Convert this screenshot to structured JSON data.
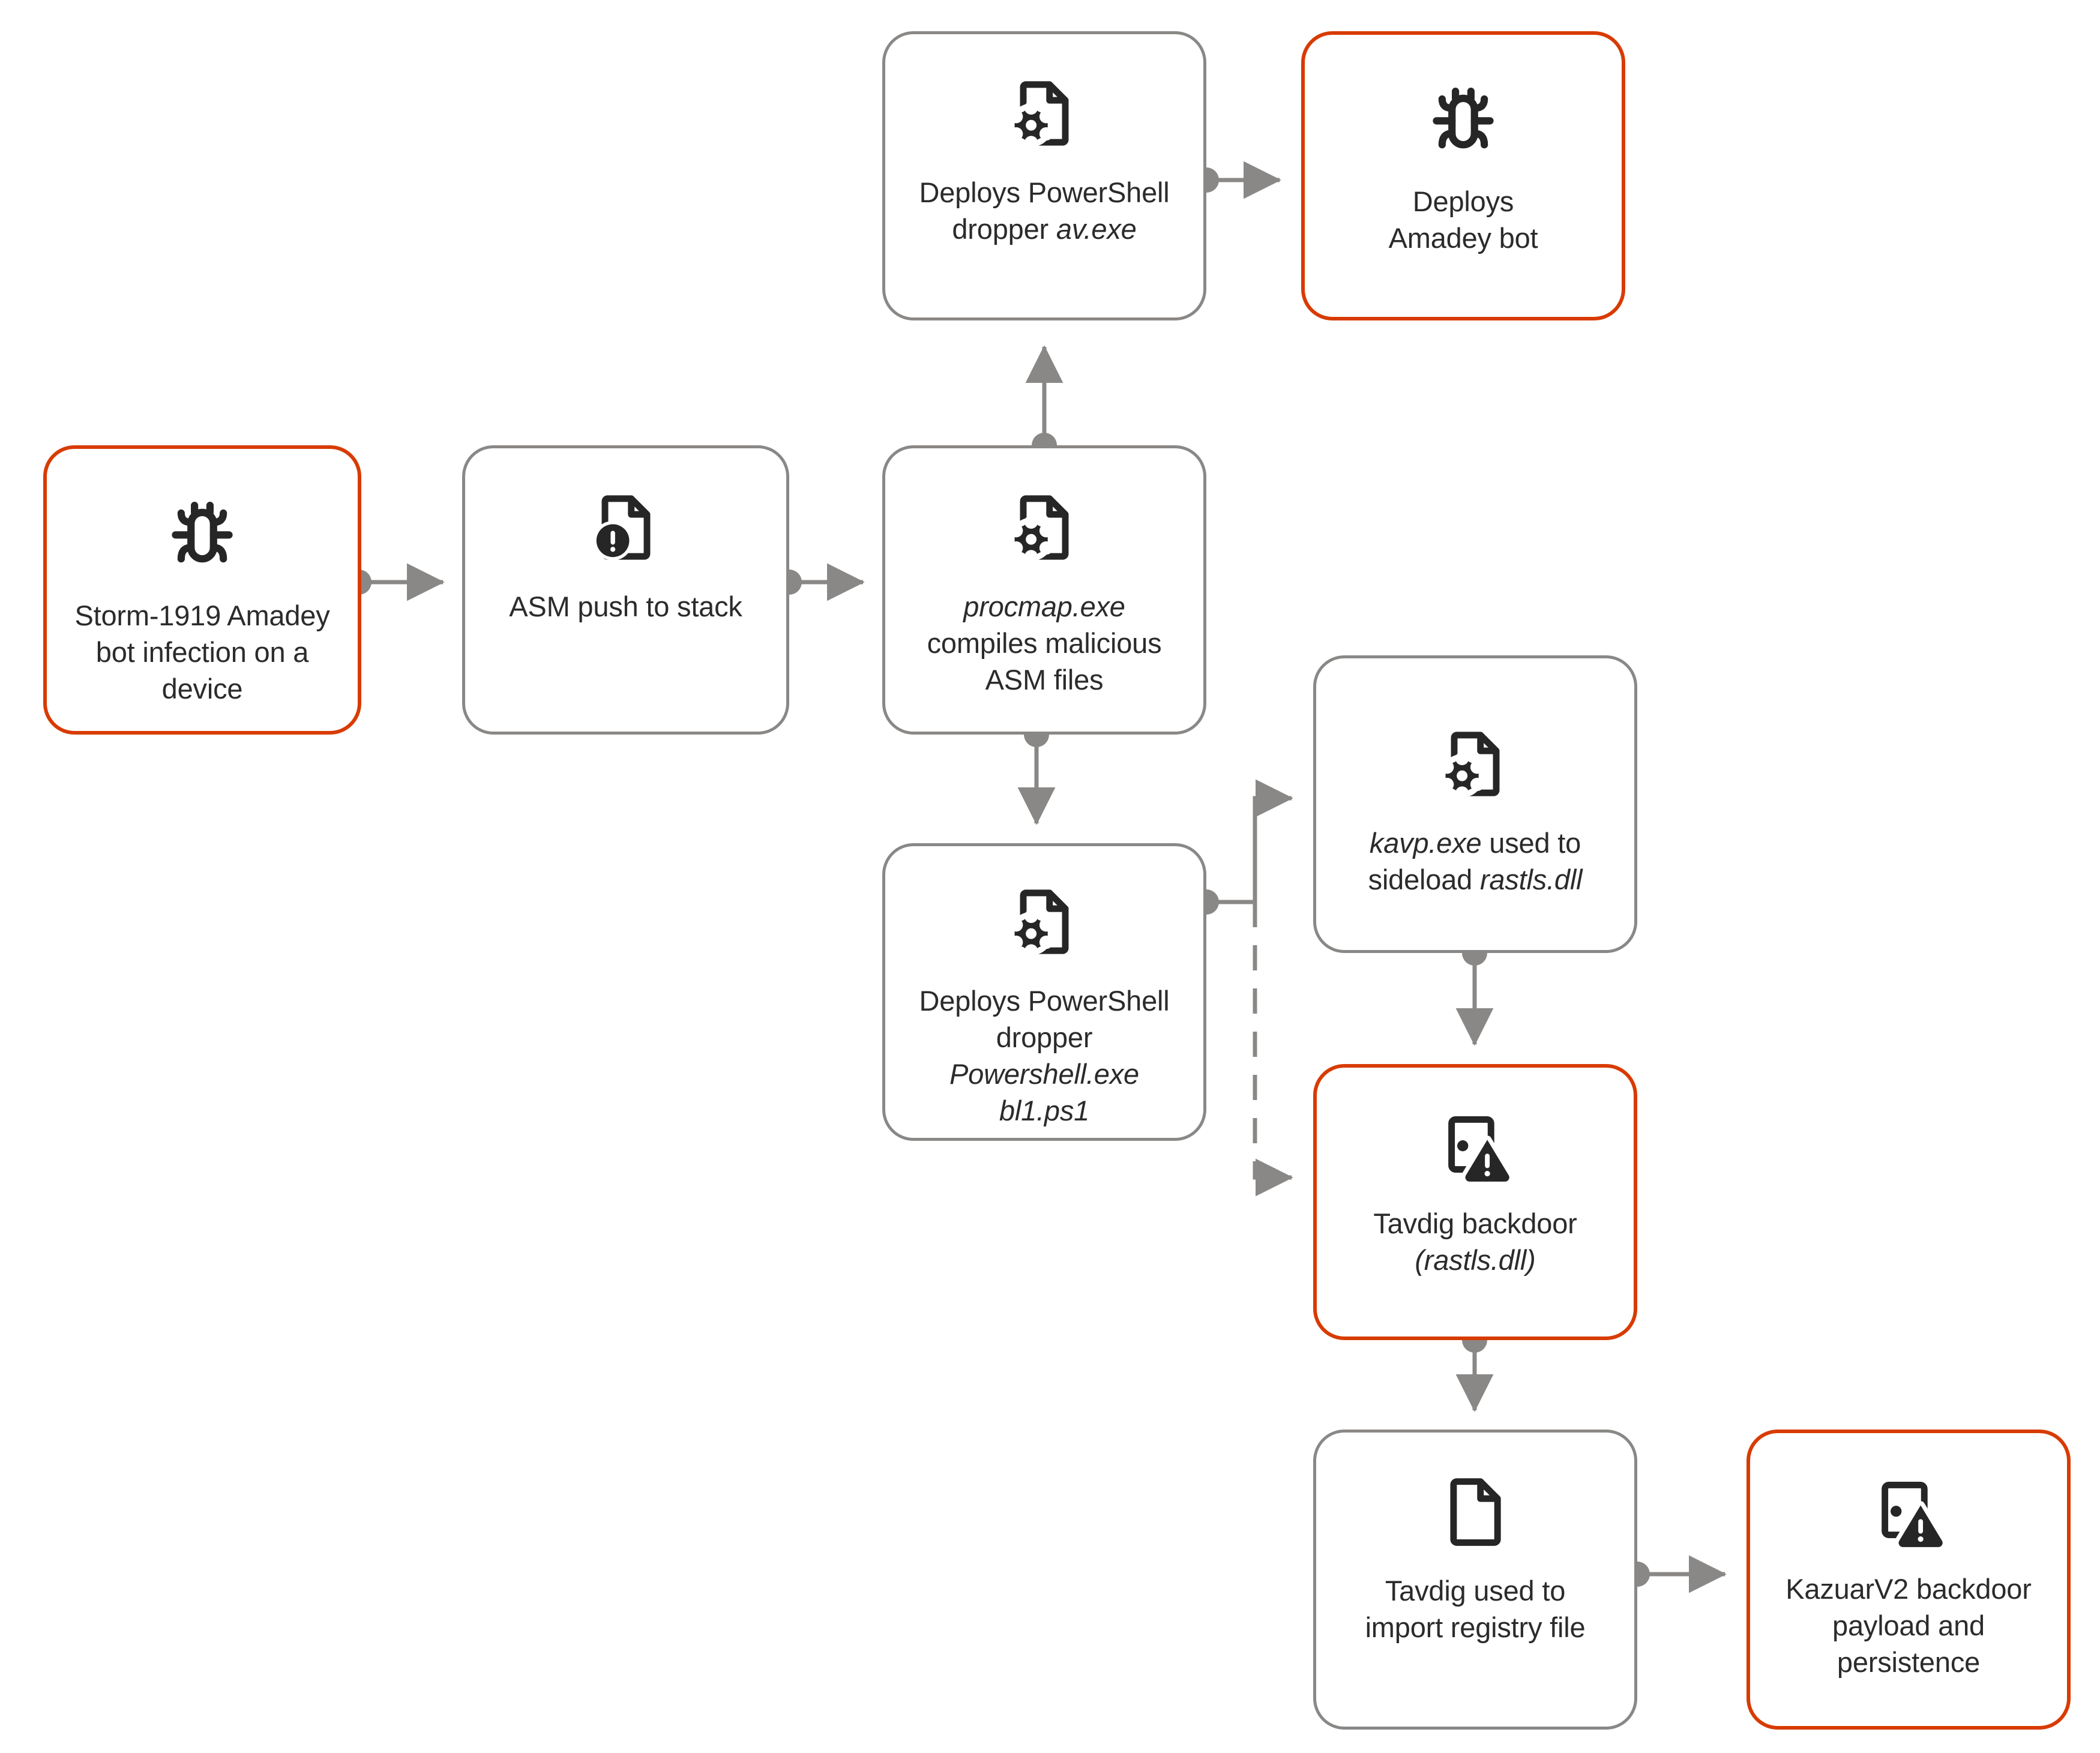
{
  "diagram": {
    "type": "attack-chain-flow",
    "colors": {
      "highlight_border": "#d83b01",
      "plain_border": "#8a8886",
      "edge": "#8a8886",
      "icon": "#262626",
      "text": "#2b2b2b",
      "background": "#ffffff"
    },
    "nodes": [
      {
        "id": "storm",
        "icon": "bug-icon",
        "style": "highlight",
        "label": "Storm-1919 Amadey bot infection on a device",
        "lines": [
          {
            "text": "Storm-1919 Amadey",
            "italic": false
          },
          {
            "text": "bot infection on a",
            "italic": false
          },
          {
            "text": "device",
            "italic": false
          }
        ]
      },
      {
        "id": "asm",
        "icon": "document-alert-icon",
        "style": "plain",
        "label": "ASM push to stack",
        "lines": [
          {
            "text": "ASM push to stack",
            "italic": false
          }
        ]
      },
      {
        "id": "procmap",
        "icon": "document-gear-icon",
        "style": "plain",
        "label": "procmap.exe compiles malicious ASM files",
        "lines": [
          {
            "text": "procmap.exe",
            "italic": true
          },
          {
            "text": "compiles malicious",
            "italic": false
          },
          {
            "text": "ASM files",
            "italic": false
          }
        ]
      },
      {
        "id": "avexe",
        "icon": "document-gear-icon",
        "style": "plain",
        "label": "Deploys PowerShell dropper av.exe",
        "lines": [
          {
            "text": "Deploys PowerShell",
            "italic": false
          },
          {
            "text": "dropper ",
            "italic": false,
            "tail": "av.exe",
            "tail_italic": true
          }
        ]
      },
      {
        "id": "amadey",
        "icon": "bug-icon",
        "style": "highlight",
        "label": "Deploys Amadey bot",
        "lines": [
          {
            "text": "Deploys",
            "italic": false
          },
          {
            "text": "Amadey bot",
            "italic": false
          }
        ]
      },
      {
        "id": "bl1",
        "icon": "document-gear-icon",
        "style": "plain",
        "label": "Deploys PowerShell dropper Powershell.exe bl1.ps1",
        "lines": [
          {
            "text": "Deploys PowerShell",
            "italic": false
          },
          {
            "text": "dropper",
            "italic": false
          },
          {
            "text": "Powershell.exe bl1.ps1",
            "italic": true
          }
        ]
      },
      {
        "id": "kavp",
        "icon": "document-gear-icon",
        "style": "plain",
        "label": "kavp.exe used to sideload rastls.dll",
        "lines": [
          {
            "text": "kavp.exe",
            "italic": true,
            "tail": " used to",
            "tail_italic": false
          },
          {
            "text": "sideload ",
            "italic": false,
            "tail": "rastls.dll",
            "tail_italic": true
          }
        ]
      },
      {
        "id": "tavdig",
        "icon": "door-alert-icon",
        "style": "highlight",
        "label": "Tavdig backdoor (rastls.dll)",
        "lines": [
          {
            "text": "Tavdig backdoor",
            "italic": false
          },
          {
            "text": "(rastls.dll)",
            "italic": true
          }
        ]
      },
      {
        "id": "registry",
        "icon": "document-icon",
        "style": "plain",
        "label": "Tavdig used to import registry file",
        "lines": [
          {
            "text": "Tavdig used to",
            "italic": false
          },
          {
            "text": "import registry file",
            "italic": false
          }
        ]
      },
      {
        "id": "kazuar",
        "icon": "door-alert-icon",
        "style": "highlight",
        "label": "KazuarV2 backdoor payload and persistence",
        "lines": [
          {
            "text": "KazuarV2 backdoor",
            "italic": false
          },
          {
            "text": "payload and",
            "italic": false
          },
          {
            "text": "persistence",
            "italic": false
          }
        ]
      }
    ],
    "edges": [
      {
        "from": "storm",
        "to": "asm",
        "style": "solid",
        "direction": "right"
      },
      {
        "from": "asm",
        "to": "procmap",
        "style": "solid",
        "direction": "right"
      },
      {
        "from": "procmap",
        "to": "avexe",
        "style": "solid",
        "direction": "up"
      },
      {
        "from": "avexe",
        "to": "amadey",
        "style": "solid",
        "direction": "right"
      },
      {
        "from": "procmap",
        "to": "bl1",
        "style": "solid",
        "direction": "down"
      },
      {
        "from": "bl1",
        "to": "kavp",
        "style": "solid",
        "direction": "right-up"
      },
      {
        "from": "bl1",
        "to": "tavdig",
        "style": "dashed",
        "direction": "right-down"
      },
      {
        "from": "kavp",
        "to": "tavdig",
        "style": "solid",
        "direction": "down"
      },
      {
        "from": "tavdig",
        "to": "registry",
        "style": "solid",
        "direction": "down"
      },
      {
        "from": "registry",
        "to": "kazuar",
        "style": "solid",
        "direction": "right"
      }
    ]
  }
}
